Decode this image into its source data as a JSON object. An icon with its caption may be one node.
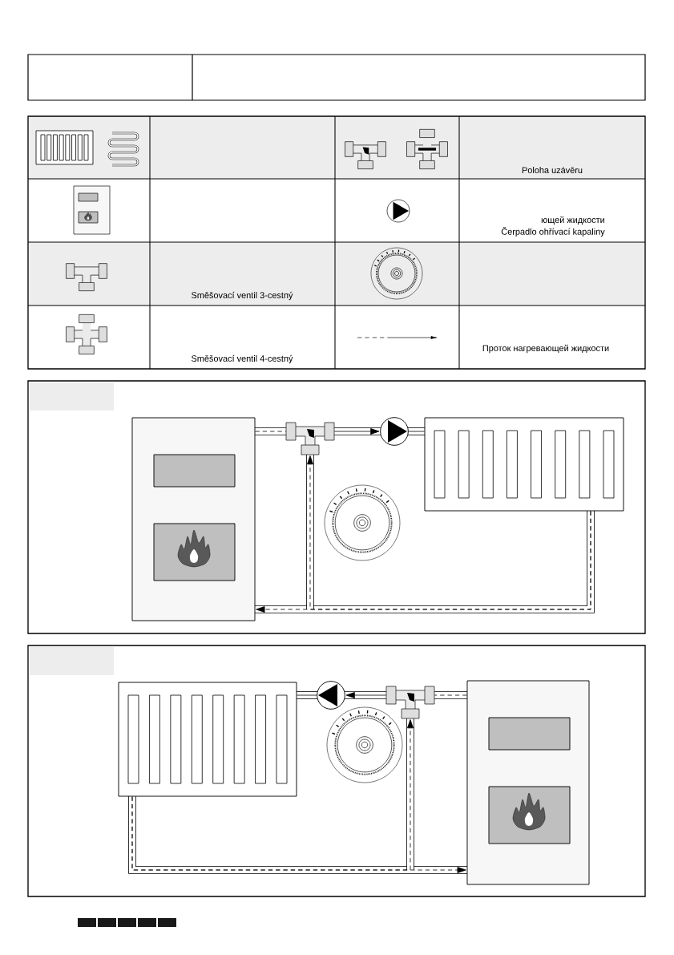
{
  "diagram": {
    "nodes": [
      {
        "text": [],
        "shape": "box"
      },
      {
        "text": [],
        "shape": "box"
      },
      {
        "text": [],
        "shape": "circle"
      },
      {
        "text": [],
        "shape": "box"
      },
      {
        "text": [],
        "shape": "box"
      },
      {
        "text": [],
        "shape": "circle"
      },
      {
        "text": [],
        "shape": "box"
      },
      {
        "text": [],
        "shape": "box"
      }
    ],
    "edges": [
      {
        "from": 0,
        "to": 1,
        "arrow": "none",
        "style": "dashed"
      },
      {
        "from": 1,
        "to": 2,
        "arrow": "to"
      },
      {
        "from": 2,
        "to": 3,
        "arrow": "none"
      },
      {
        "from": 3,
        "to": 0,
        "arrow": "to",
        "style": "dashed"
      },
      {
        "from": 3,
        "to": 1,
        "arrow": "to",
        "style": "dashed"
      },
      {
        "from": 7,
        "to": 6,
        "arrow": "none",
        "style": "dashed"
      },
      {
        "from": 6,
        "to": 5,
        "arrow": "to"
      },
      {
        "from": 5,
        "to": 4,
        "arrow": "none"
      },
      {
        "from": 4,
        "to": 7,
        "arrow": "to",
        "style": "dashed"
      },
      {
        "from": 4,
        "to": 6,
        "arrow": "to",
        "style": "dashed"
      }
    ],
    "labels": [
      "Poloha uzávěru",
      "ющей жидкости",
      "Čerpadlo ohřívací kapaliny",
      "Směšovací ventil 3-cestný",
      "Směšovací ventil 4-cestný",
      "Проток нагревающей жидкости"
    ]
  }
}
